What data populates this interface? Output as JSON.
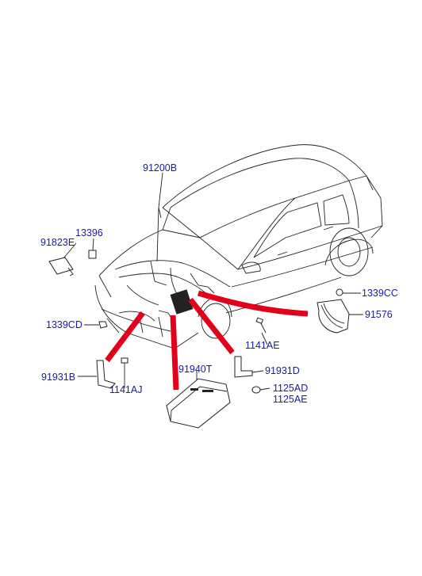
{
  "labels": {
    "p91200B": "91200B",
    "p91823E": "91823E",
    "p13396": "13396",
    "p1339CD": "1339CD",
    "p1339CC": "1339CC",
    "p91576": "91576",
    "p1141AE": "1141AE",
    "p91931B": "91931B",
    "p1141AJ": "1141AJ",
    "p91940T": "91940T",
    "p91931D": "91931D",
    "p1125AD": "1125AD",
    "p1125AE": "1125AE"
  },
  "colors": {
    "label_text": "#1a1aa6",
    "callout_arrow": "#e3001b",
    "line_art": "#222222"
  }
}
